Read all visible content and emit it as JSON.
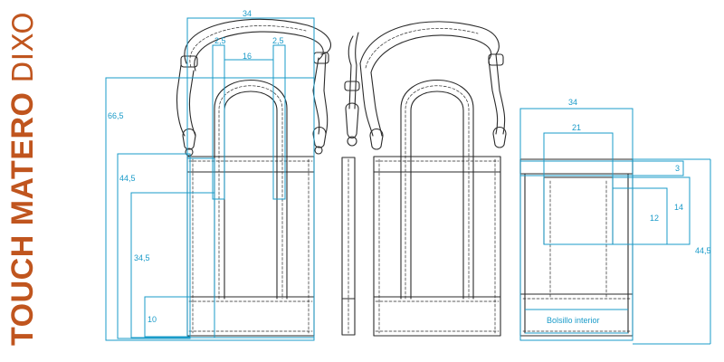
{
  "title": {
    "bold": "TOUCH MATERO",
    "light": "DIXO"
  },
  "front_view": {
    "dim_total_width": "34",
    "dim_handle_left": "2,5",
    "dim_handle_right": "2,5",
    "dim_handle_gap": "16",
    "dim_total_height": "66,5",
    "dim_body_height": "44,5",
    "dim_handle_height": "34,5",
    "dim_base_height": "10"
  },
  "side_view": {
    "dim_width": "34",
    "dim_pocket_width": "21",
    "dim_top_band": "3",
    "dim_pocket_outer": "14",
    "dim_pocket_inner": "12",
    "dim_height": "44,5",
    "pocket_label": "Bolsillo interior"
  },
  "colors": {
    "title": "#c0551e",
    "dimension": "#1a9bc9",
    "line": "#2a2a2a"
  }
}
